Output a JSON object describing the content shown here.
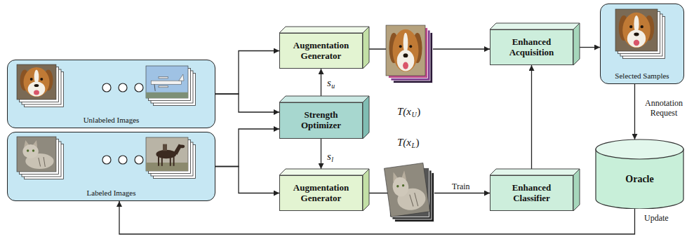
{
  "diagram": {
    "nodes": [
      {
        "text": [
          "Unlabeled Images"
        ]
      },
      {
        "text": [
          "Labeled Images"
        ]
      },
      {
        "text": [
          "Augmentation Generator"
        ]
      },
      {
        "text": [
          "Strength Optimizer"
        ]
      },
      {
        "text": [
          "Augmentation Generator"
        ]
      },
      {
        "text": [
          "Enhanced Acquisition"
        ]
      },
      {
        "text": [
          "Enhanced Classifier"
        ]
      },
      {
        "text": [
          "Selected Samples"
        ]
      },
      {
        "text": [
          "Oracle"
        ]
      }
    ],
    "edges": [
      {
        "from": 0,
        "to": 2,
        "arrow": "to"
      },
      {
        "from": 0,
        "to": 3,
        "arrow": "to"
      },
      {
        "from": 1,
        "to": 3,
        "arrow": "to"
      },
      {
        "from": 1,
        "to": 4,
        "arrow": "to"
      },
      {
        "from": 3,
        "to": 2,
        "arrow": "to"
      },
      {
        "from": 3,
        "to": 4,
        "arrow": "to"
      },
      {
        "from": 2,
        "to": 5,
        "arrow": "to"
      },
      {
        "from": 4,
        "to": 6,
        "label": "Train",
        "arrow": "to"
      },
      {
        "from": 6,
        "to": 5,
        "arrow": "to"
      },
      {
        "from": 5,
        "to": 7,
        "arrow": "to"
      },
      {
        "from": 7,
        "to": 8,
        "label": "Annotation Request",
        "arrow": "to"
      },
      {
        "from": 8,
        "to": 1,
        "label": "Update",
        "arrow": "to"
      }
    ],
    "labels": [
      "s",
      "u",
      "s",
      "l",
      "T(x",
      "U",
      ")",
      "T(x",
      "L",
      ")"
    ]
  }
}
